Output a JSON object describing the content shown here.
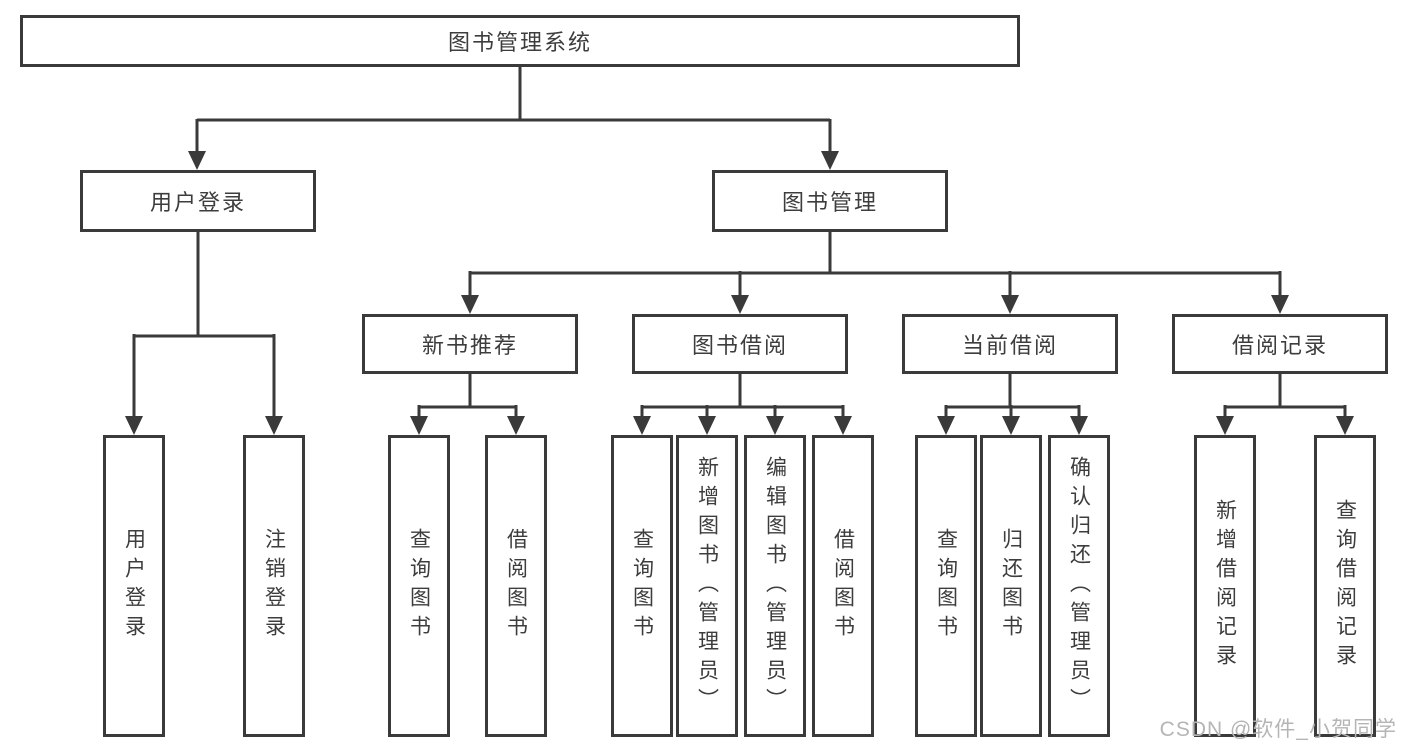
{
  "colors": {
    "line": "#3a3a3a",
    "text": "#3d3d3d",
    "watermark": "#b5b5b5",
    "background": "#ffffff"
  },
  "watermark": "CSDN @软件_小贺同学",
  "tree": {
    "root": {
      "label": "图书管理系统"
    },
    "level2": [
      {
        "label": "用户登录"
      },
      {
        "label": "图书管理"
      }
    ],
    "level3": [
      {
        "label": "新书推荐"
      },
      {
        "label": "图书借阅"
      },
      {
        "label": "当前借阅"
      },
      {
        "label": "借阅记录"
      }
    ],
    "leaves": {
      "user_login": [
        {
          "label": "用户登录"
        },
        {
          "label": "注销登录"
        }
      ],
      "new_books": [
        {
          "label": "查询图书"
        },
        {
          "label": "借阅图书"
        }
      ],
      "book_borrow": [
        {
          "label": "查询图书"
        },
        {
          "label": "新增图书（管理员）"
        },
        {
          "label": "编辑图书（管理员）"
        },
        {
          "label": "借阅图书"
        }
      ],
      "current_borrow": [
        {
          "label": "查询图书"
        },
        {
          "label": "归还图书"
        },
        {
          "label": "确认归还（管理员）"
        }
      ],
      "borrow_records": [
        {
          "label": "新增借阅记录"
        },
        {
          "label": "查询借阅记录"
        }
      ]
    }
  }
}
